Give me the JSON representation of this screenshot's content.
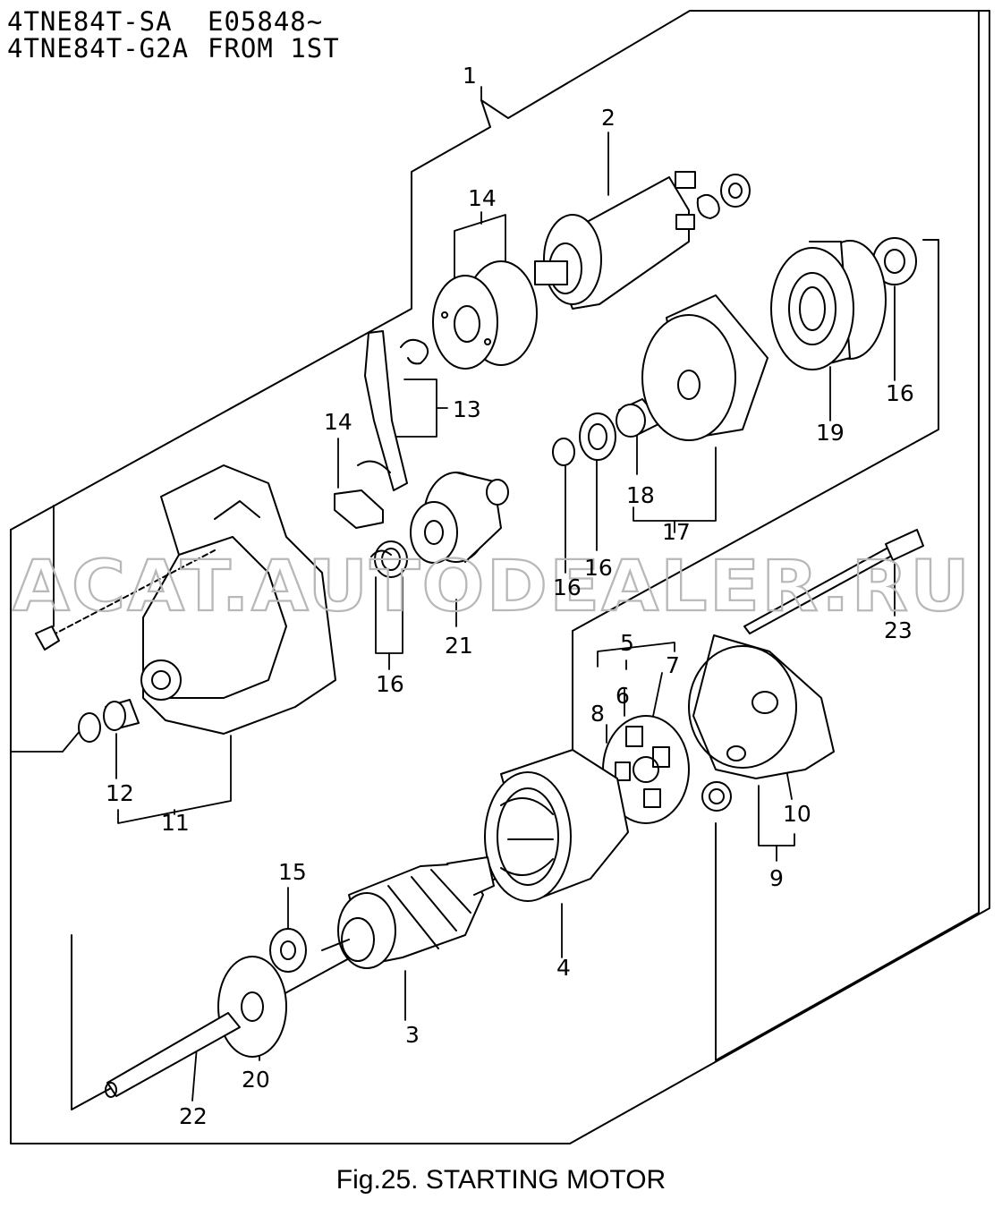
{
  "header": {
    "line1_model": "4TNE84T-SA",
    "line1_serial": "E05848~",
    "line2_model": "4TNE84T-G2A",
    "line2_serial": "FROM 1ST"
  },
  "watermark": "ACAT.AUTODEALER.RU",
  "caption": "Fig.25.  STARTING MOTOR",
  "callouts": {
    "c1": "1",
    "c2": "2",
    "c3": "3",
    "c4": "4",
    "c5": "5",
    "c6": "6",
    "c7": "7",
    "c8": "8",
    "c9": "9",
    "c10": "10",
    "c11": "11",
    "c12": "12",
    "c13": "13",
    "c14a": "14",
    "c14b": "14",
    "c15": "15",
    "c16a": "16",
    "c16b": "16",
    "c16c": "16",
    "c16d": "16",
    "c17": "17",
    "c18": "18",
    "c19": "19",
    "c20": "20",
    "c21": "21",
    "c22": "22",
    "c23": "23"
  }
}
